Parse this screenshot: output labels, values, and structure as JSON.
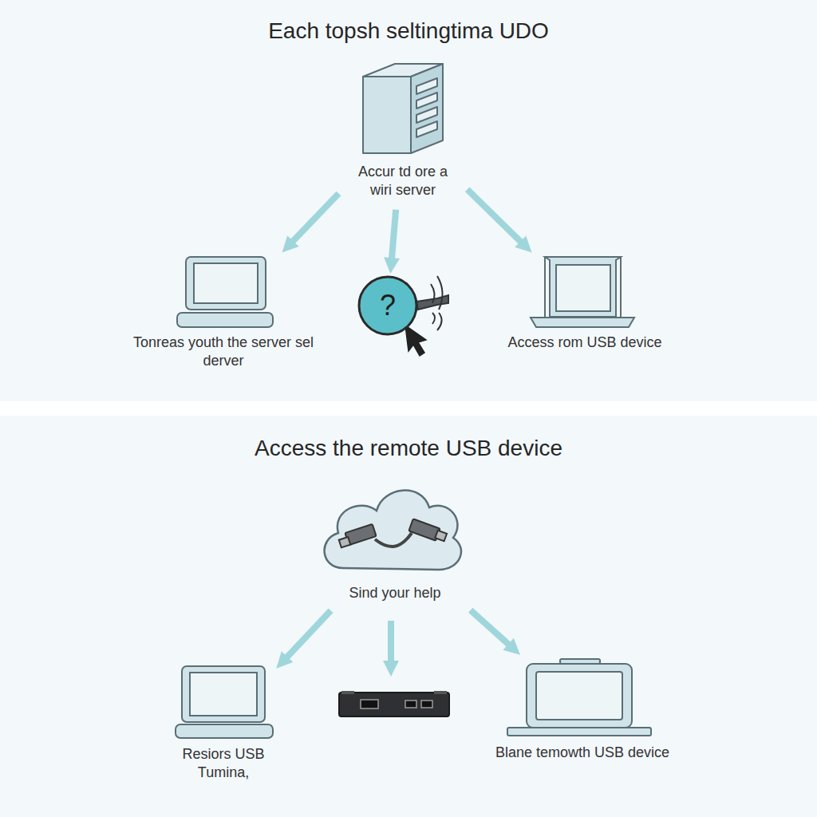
{
  "diagram": {
    "nodes": [
      {
        "text": [
          "Each topsh seltingtima UDO"
        ]
      },
      {
        "text": [
          "Accur td ore a wiri server"
        ],
        "in": 0
      },
      {
        "text": [
          "Tonreas youth the server sel derver"
        ],
        "in": 0
      },
      {
        "text": [
          "?"
        ],
        "in": 0
      },
      {
        "text": [
          "Access rom USB device"
        ],
        "in": 0
      },
      {
        "text": [
          "Access the remote USB device"
        ]
      },
      {
        "text": [
          "Sind your help"
        ],
        "in": 5
      },
      {
        "text": [
          "Resiors USB Tumina,"
        ],
        "in": 5
      },
      {
        "text": [
          "Blane temowth USB device"
        ],
        "in": 5
      }
    ],
    "edges": [
      {
        "from": 1,
        "to": 2,
        "arrow": "to"
      },
      {
        "from": 1,
        "to": 3,
        "arrow": "to"
      },
      {
        "from": 1,
        "to": 4,
        "arrow": "to"
      },
      {
        "from": 6,
        "to": 7,
        "arrow": "to"
      },
      {
        "from": 6,
        "to": 8,
        "arrow": "to"
      }
    ]
  }
}
